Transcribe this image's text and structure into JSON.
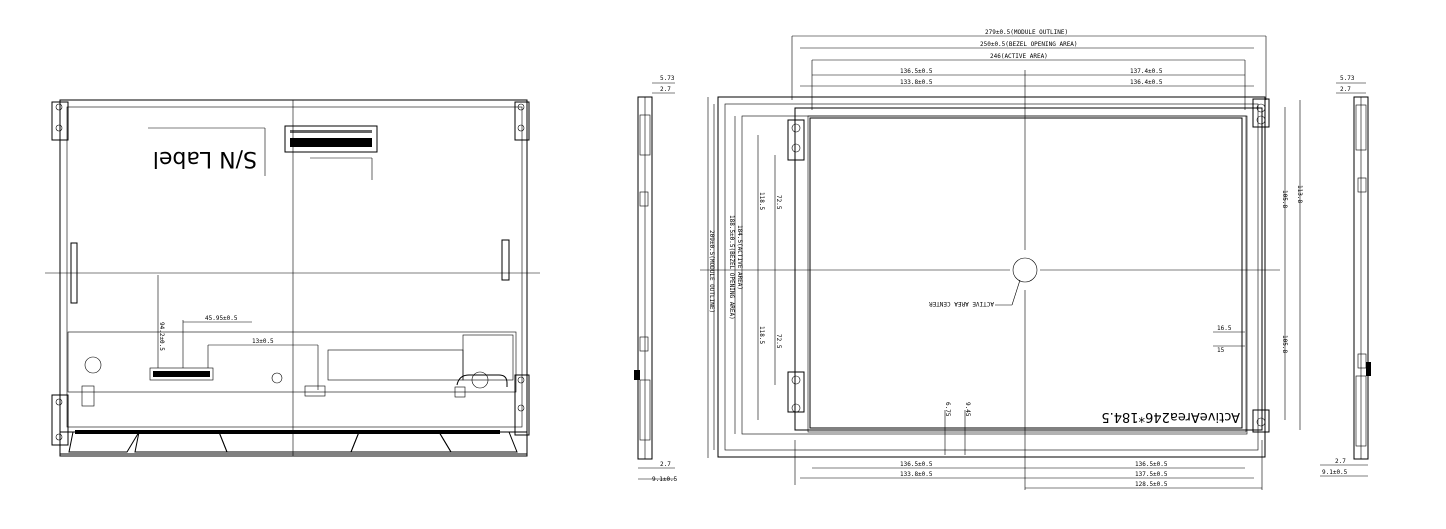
{
  "colors": {
    "line": "#000000",
    "background": "#ffffff"
  },
  "back_view": {
    "sn_label": "S/N Label",
    "dims": {
      "d1": "45.95±0.5",
      "d2": "13±0.5",
      "d3": "94.2±0.5"
    }
  },
  "left_side_view": {
    "dims": {
      "top1": "5.73",
      "top2": "2.7",
      "bottom1": "2.7",
      "bottom2": "9.1±0.5"
    }
  },
  "front_view": {
    "top_dims": {
      "module_outline": "279±0.5(MODULE OUTLINE)",
      "opening_area": "250±0.5(BEZEL OPENING AREA)",
      "active_area": "246(ACTIVE AREA)",
      "left_a": "136.5±0.5",
      "left_b": "133.8±0.5",
      "right_a": "137.4±0.5",
      "right_b": "136.4±0.5"
    },
    "left_dims": {
      "outline": "209±0.5(MODULE OUTLINE)",
      "opening": "188.5±0.5(BEZEL OPENING AREA)",
      "active": "184.5(ACTIVE AREA)",
      "upper": "118.5",
      "upper2": "72.5",
      "lower": "118.5",
      "lower2": "72.5"
    },
    "right_dims": {
      "upper": "105.8",
      "upper2": "113.8",
      "lower": "105.8",
      "d1": "16.5",
      "d2": "15"
    },
    "center_label": "ACTIVE AREA CENTER",
    "active_area_text": "ActiveArea246*184.5",
    "inner_dims": {
      "a": "6.75",
      "b": "9.45"
    },
    "bottom_dims": {
      "left_a": "136.5±0.5",
      "left_b": "133.8±0.5",
      "right_a": "136.5±0.5",
      "right_b": "137.5±0.5",
      "right_c": "128.5±0.5"
    }
  },
  "right_side_view": {
    "dims": {
      "top1": "5.73",
      "top2": "2.7",
      "bottom1": "2.7",
      "bottom2": "9.1±0.5"
    }
  }
}
